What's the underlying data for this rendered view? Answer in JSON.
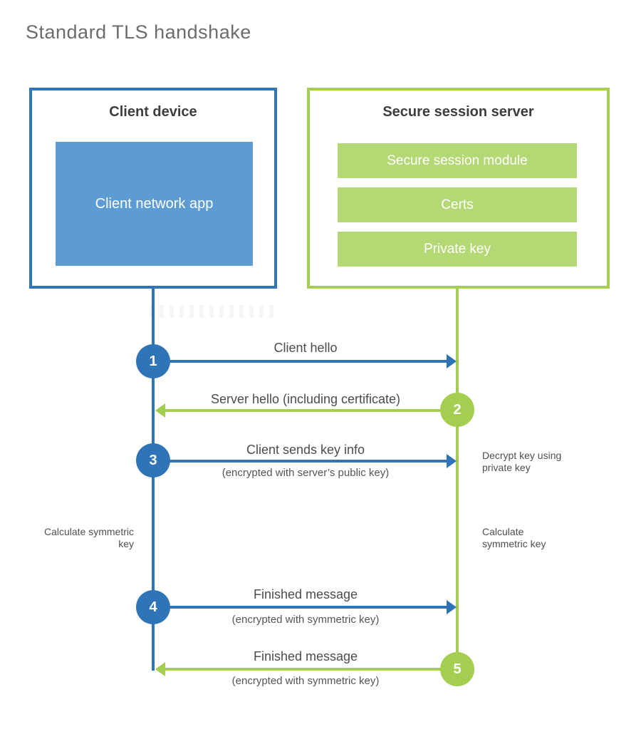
{
  "title": "Standard TLS handshake",
  "client": {
    "heading": "Client device",
    "app": "Client network app"
  },
  "server": {
    "heading": "Secure session server",
    "modules": [
      "Secure session module",
      "Certs",
      "Private key"
    ]
  },
  "steps": [
    {
      "num": "1",
      "label": "Client hello",
      "direction": "client-to-server"
    },
    {
      "num": "2",
      "label": "Server hello (including certificate)",
      "direction": "server-to-client"
    },
    {
      "num": "3",
      "label": "Client sends key info",
      "sub": "(encrypted with server’s public key)",
      "direction": "client-to-server"
    },
    {
      "num": "4",
      "label": "Finished message",
      "sub": "(encrypted with symmetric key)",
      "direction": "client-to-server"
    },
    {
      "num": "5",
      "label": "Finished message",
      "sub": "(encrypted with symmetric key)",
      "direction": "server-to-client"
    }
  ],
  "notes": {
    "decrypt": "Decrypt key using private key",
    "calc_left": "Calculate symmetric key",
    "calc_right": "Calculate symmetric key"
  },
  "colors": {
    "blue": "#2e74b7",
    "blue_fill": "#5d9cd3",
    "green": "#a3ce4f",
    "green_fill": "#b4d873"
  }
}
